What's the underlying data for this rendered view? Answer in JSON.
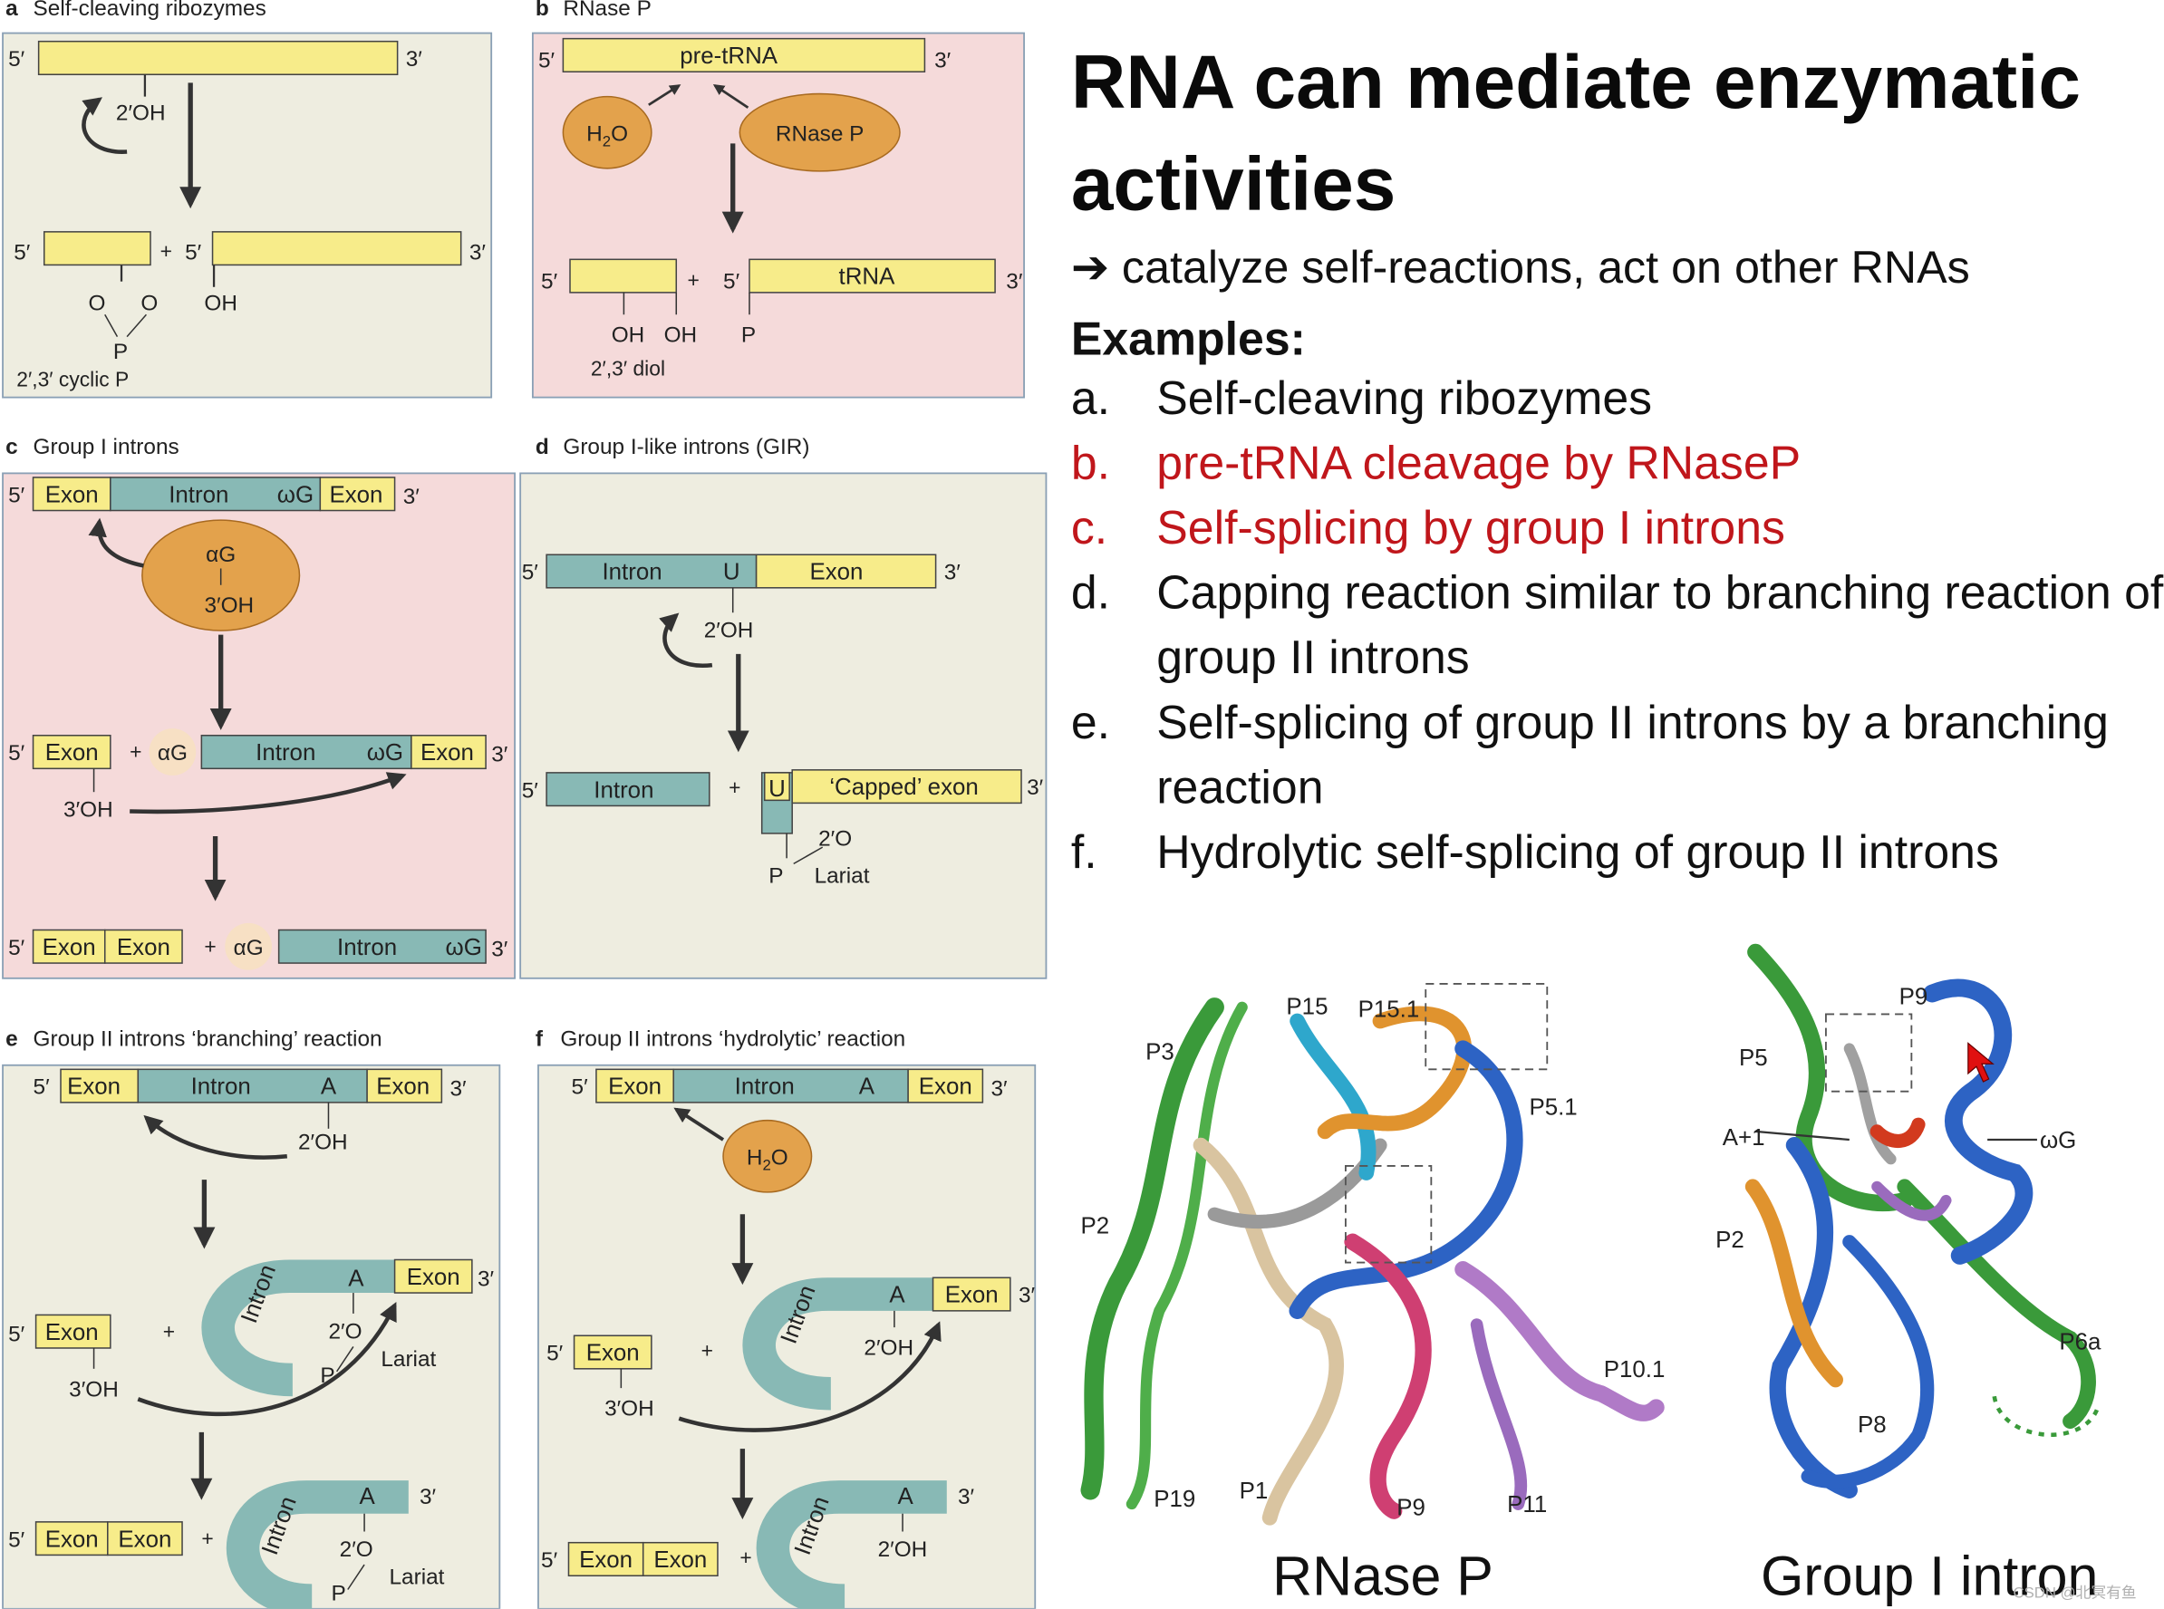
{
  "slide": {
    "title": "RNA can mediate enzymatic activities",
    "subtitle_arrow": "➔",
    "subtitle": "catalyze self-reactions, act on other RNAs",
    "examples_heading": "Examples:",
    "examples": [
      {
        "letter": "a.",
        "text": "Self-cleaving ribozymes",
        "highlight": false
      },
      {
        "letter": "b.",
        "text": "pre-tRNA cleavage by RNaseP",
        "highlight": true
      },
      {
        "letter": "c.",
        "text": "Self-splicing by group I introns",
        "highlight": true
      },
      {
        "letter": "d.",
        "text": "Capping reaction similar to branching reaction of group II introns",
        "highlight": false
      },
      {
        "letter": "e.",
        "text": "Self-splicing of group II introns by a branching reaction",
        "highlight": false
      },
      {
        "letter": "f.",
        "text": "Hydrolytic self-splicing of group II introns",
        "highlight": false
      }
    ],
    "highlight_color": "#c0161b"
  },
  "colors": {
    "exon_yellow": "#f7ec8a",
    "intron_teal": "#88b9b5",
    "panel_beige": "#eeede0",
    "panel_pink": "#f5dada",
    "ellipse_orange": "#e3a24c"
  },
  "panels": {
    "a": {
      "letter": "a",
      "title": "Self-cleaving ribozymes",
      "oh": "2′OH",
      "o": "O",
      "p": "P",
      "cyclic": "2′,3′ cyclic P",
      "oh2": "OH"
    },
    "b": {
      "letter": "b",
      "title": "RNase P",
      "pretrna": "pre-tRNA",
      "h2o": "H",
      "h2o_sub": "2",
      "h2o_o": "O",
      "rnasep": "RNase P",
      "trna": "tRNA",
      "oh": "OH",
      "p": "P",
      "diol": "2′,3′ diol"
    },
    "c": {
      "letter": "c",
      "title": "Group I introns",
      "exon": "Exon",
      "intron": "Intron",
      "wg": "ωG",
      "ag": "αG",
      "oh3": "3′OH"
    },
    "d": {
      "letter": "d",
      "title": "Group I-like introns (GIR)",
      "intron": "Intron",
      "u": "U",
      "exon": "Exon",
      "oh2": "2′OH",
      "capped": "‘Capped’ exon",
      "o2": "2′O",
      "p": "P",
      "lariat": "Lariat"
    },
    "e": {
      "letter": "e",
      "title": "Group II introns ‘branching’ reaction",
      "exon": "Exon",
      "intron": "Intron",
      "a": "A",
      "oh2": "2′OH",
      "o2": "2′O",
      "p": "P",
      "lariat": "Lariat",
      "oh3": "3′OH"
    },
    "f": {
      "letter": "f",
      "title": "Group II introns ‘hydrolytic’ reaction",
      "exon": "Exon",
      "intron": "Intron",
      "a": "A",
      "oh2": "2′OH",
      "h2o": "H",
      "h2o_sub": "2",
      "h2o_o": "O",
      "oh3": "3′OH"
    }
  },
  "ends": {
    "five": "5′",
    "three": "3′",
    "plus": "+"
  },
  "structures": {
    "rnasep": {
      "caption": "RNase P",
      "labels": [
        "P3",
        "P15",
        "P15.1",
        "P5.1",
        "P2",
        "P10.1",
        "P19",
        "P1",
        "P9",
        "P11"
      ]
    },
    "group1": {
      "caption": "Group I intron",
      "labels": [
        "P9",
        "P5",
        "A+1",
        "ωG",
        "P2",
        "P6a",
        "P8"
      ]
    }
  },
  "watermark": "CSDN @北冥有鱼"
}
